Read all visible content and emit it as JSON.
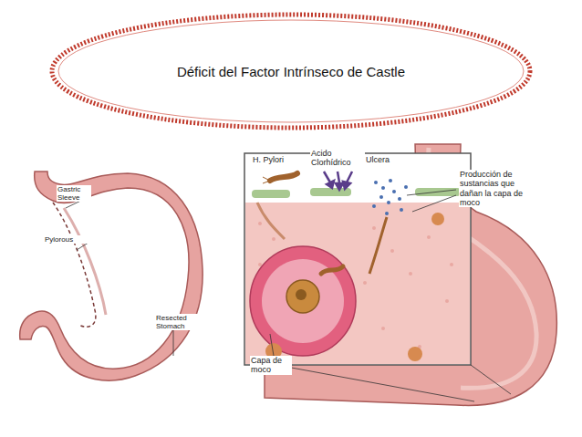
{
  "diagram": {
    "title": "Déficit del Factor Intrínseco de Castle",
    "labels": [
      "Gastric Sleeve",
      "Pylorous",
      "Resected Stomach",
      "H. Pylori",
      "Acido Clorhídrico",
      "Ulcera",
      "Producción de sustancias que dañan la capa de moco",
      "Capa de moco"
    ]
  }
}
